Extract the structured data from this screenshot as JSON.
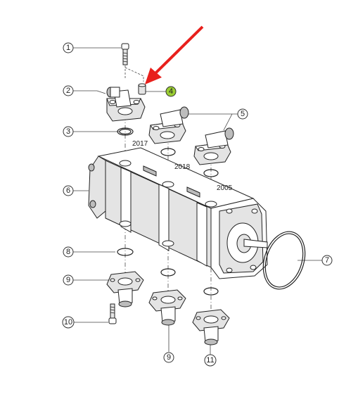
{
  "callouts": [
    {
      "id": "c1",
      "label": "1"
    },
    {
      "id": "c2",
      "label": "2"
    },
    {
      "id": "c3",
      "label": "3"
    },
    {
      "id": "c4",
      "label": "4",
      "highlight": true
    },
    {
      "id": "c5",
      "label": "5"
    },
    {
      "id": "c6",
      "label": "6"
    },
    {
      "id": "c7",
      "label": "7"
    },
    {
      "id": "c8",
      "label": "8"
    },
    {
      "id": "c9a",
      "label": "9"
    },
    {
      "id": "c9b",
      "label": "9"
    },
    {
      "id": "c10",
      "label": "10"
    },
    {
      "id": "c11",
      "label": "11"
    }
  ],
  "year_labels": {
    "y2017": "2017",
    "y2018": "2018",
    "y2005": "2005"
  },
  "colors": {
    "arrow": "#e8201c",
    "highlight": "#9acd32"
  }
}
